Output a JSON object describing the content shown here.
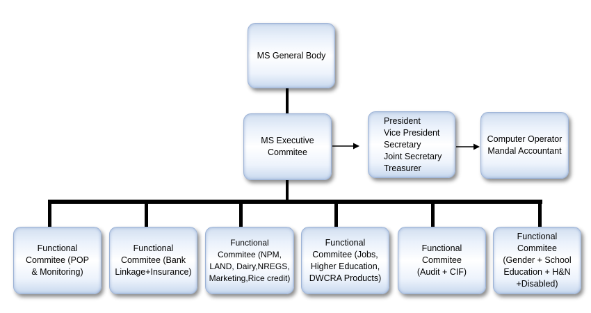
{
  "nodes": {
    "general_body": "MS General Body",
    "executive": [
      "MS Executive",
      "Commitee"
    ],
    "officers": [
      "President",
      "Vice President",
      "Secretary",
      "Joint Secretary",
      "Treasurer"
    ],
    "staff": [
      "Computer Operator",
      "Mandal Accountant"
    ],
    "committees": [
      [
        "Functional",
        "Commitee  (POP",
        "& Monitoring)"
      ],
      [
        "Functional",
        "Commitee  (Bank",
        "Linkage+Insurance)"
      ],
      [
        "Functional",
        "Commitee  (NPM,",
        "LAND, Dairy,NREGS,",
        "Marketing,Rice credit)"
      ],
      [
        "Functional",
        "Commitee  (Jobs,",
        "Higher Education,",
        "DWCRA Products)"
      ],
      [
        "Functional",
        "Commitee",
        "(Audit + CIF)"
      ],
      [
        "Functional",
        "Commitee",
        "(Gender + School",
        "Education + H&N",
        "+Disabled)"
      ]
    ]
  },
  "colors": {
    "connector": "#000000",
    "box_border": "#9db3d6"
  }
}
